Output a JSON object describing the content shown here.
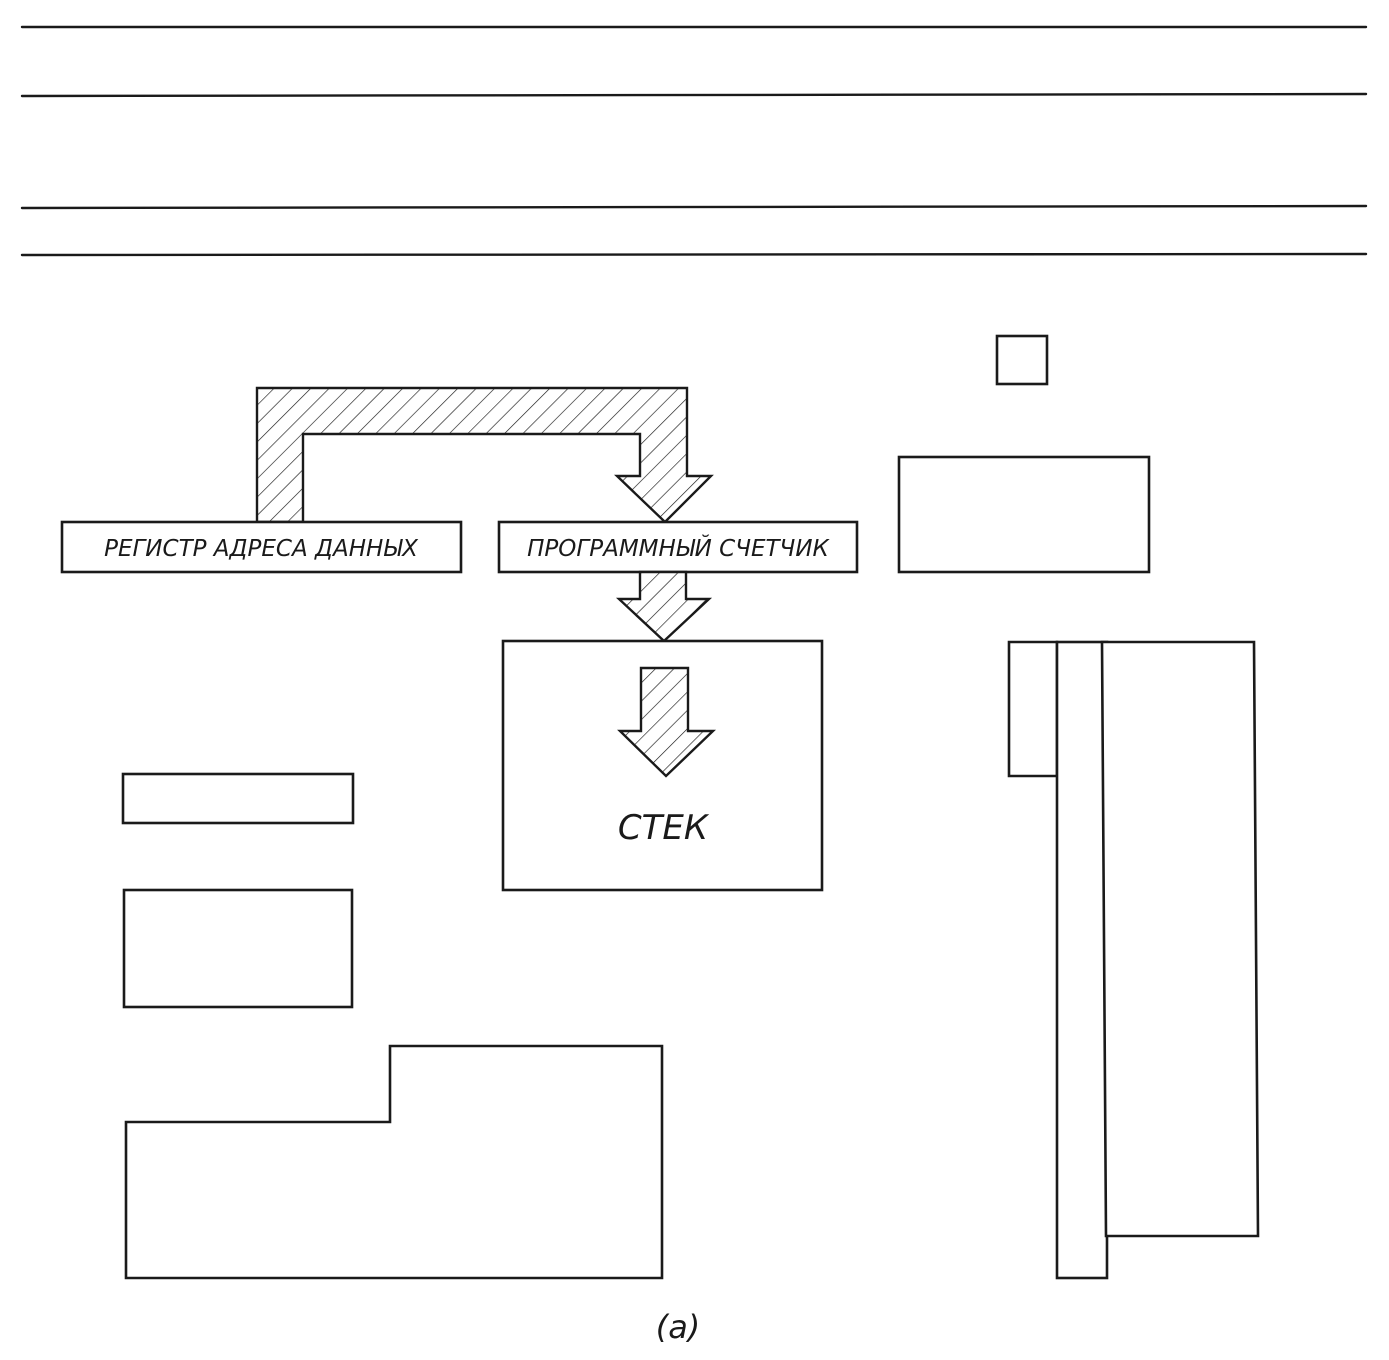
{
  "labels": {
    "data_address_register": "РЕГИСТР АДРЕСА ДАННЫХ",
    "program_counter": "ПРОГРАММНЫЙ СЧЕТЧИК",
    "stack": "СТЕК",
    "figure_caption": "(a)"
  },
  "colors": {
    "ink": "#1a1a1a",
    "paper": "#ffffff"
  }
}
